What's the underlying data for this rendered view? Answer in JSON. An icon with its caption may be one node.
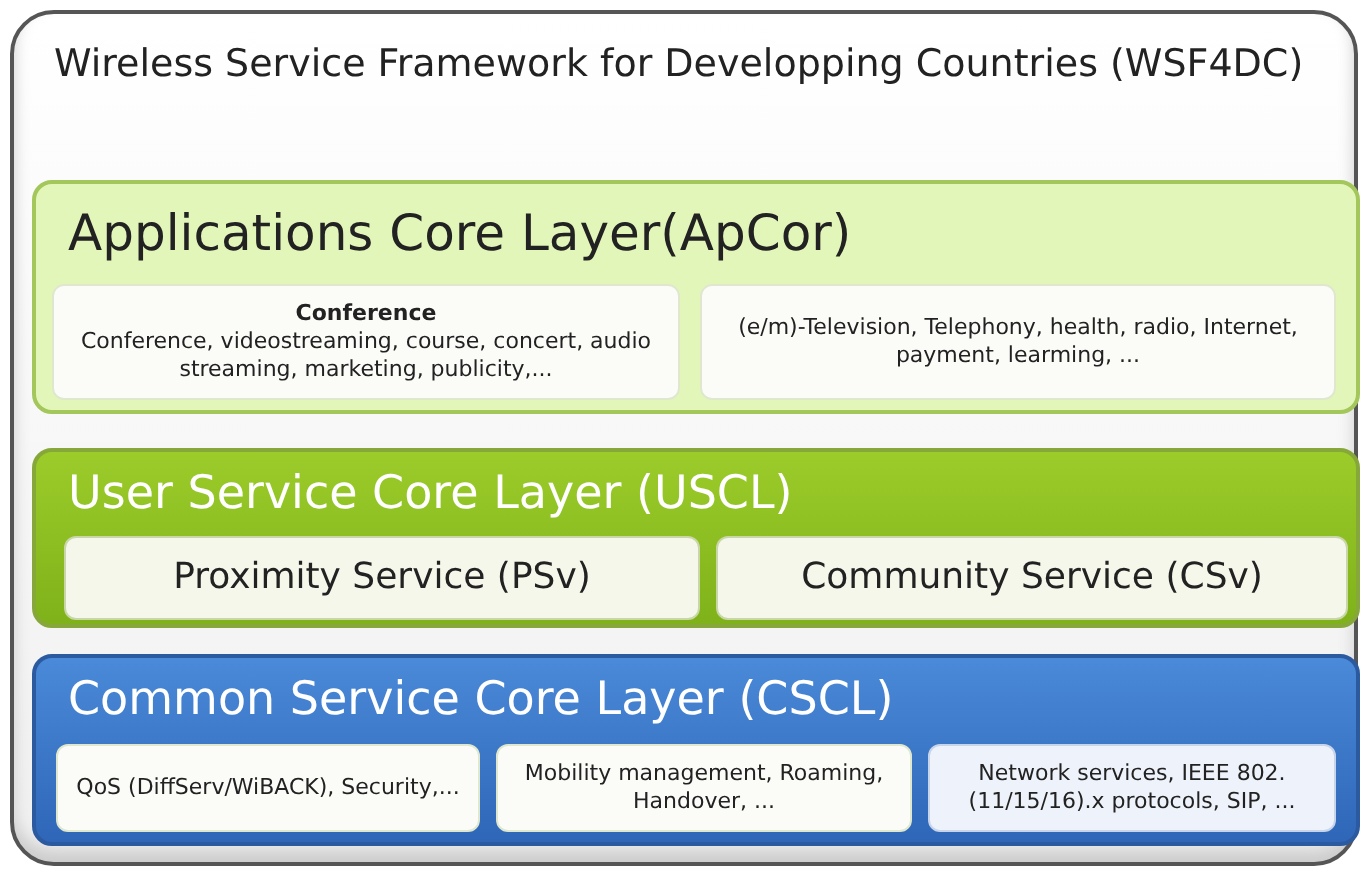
{
  "diagram": {
    "nodes": [
      {
        "text": [
          "Wireless Service Framework for Developping Countries (WSF4DC)"
        ]
      },
      {
        "text": [
          "Applications Core Layer(ApCor)"
        ],
        "in": 0
      },
      {
        "text": [
          "Conference",
          "Conference, videostreaming, course, concert, audio streaming, marketing, publicity,..."
        ],
        "in": 1
      },
      {
        "text": [
          "(e/m)-Television, Telephony, health, radio, Internet, payment, learming, ..."
        ],
        "in": 1
      },
      {
        "text": [
          "User Service Core Layer (USCL)"
        ],
        "in": 0
      },
      {
        "text": [
          "Proximity Service (PSv)"
        ],
        "in": 4
      },
      {
        "text": [
          "Community Service (CSv)"
        ],
        "in": 4
      },
      {
        "text": [
          "Common Service Core Layer (CSCL)"
        ],
        "in": 0
      },
      {
        "text": [
          "QoS (DiffServ/WiBACK), Security,..."
        ],
        "in": 7
      },
      {
        "text": [
          "Mobility management, Roaming, Handover, ..."
        ],
        "in": 7
      },
      {
        "text": [
          "Network services, IEEE 802.(11/15/16).x protocols, SIP, ..."
        ],
        "in": 7
      }
    ]
  }
}
